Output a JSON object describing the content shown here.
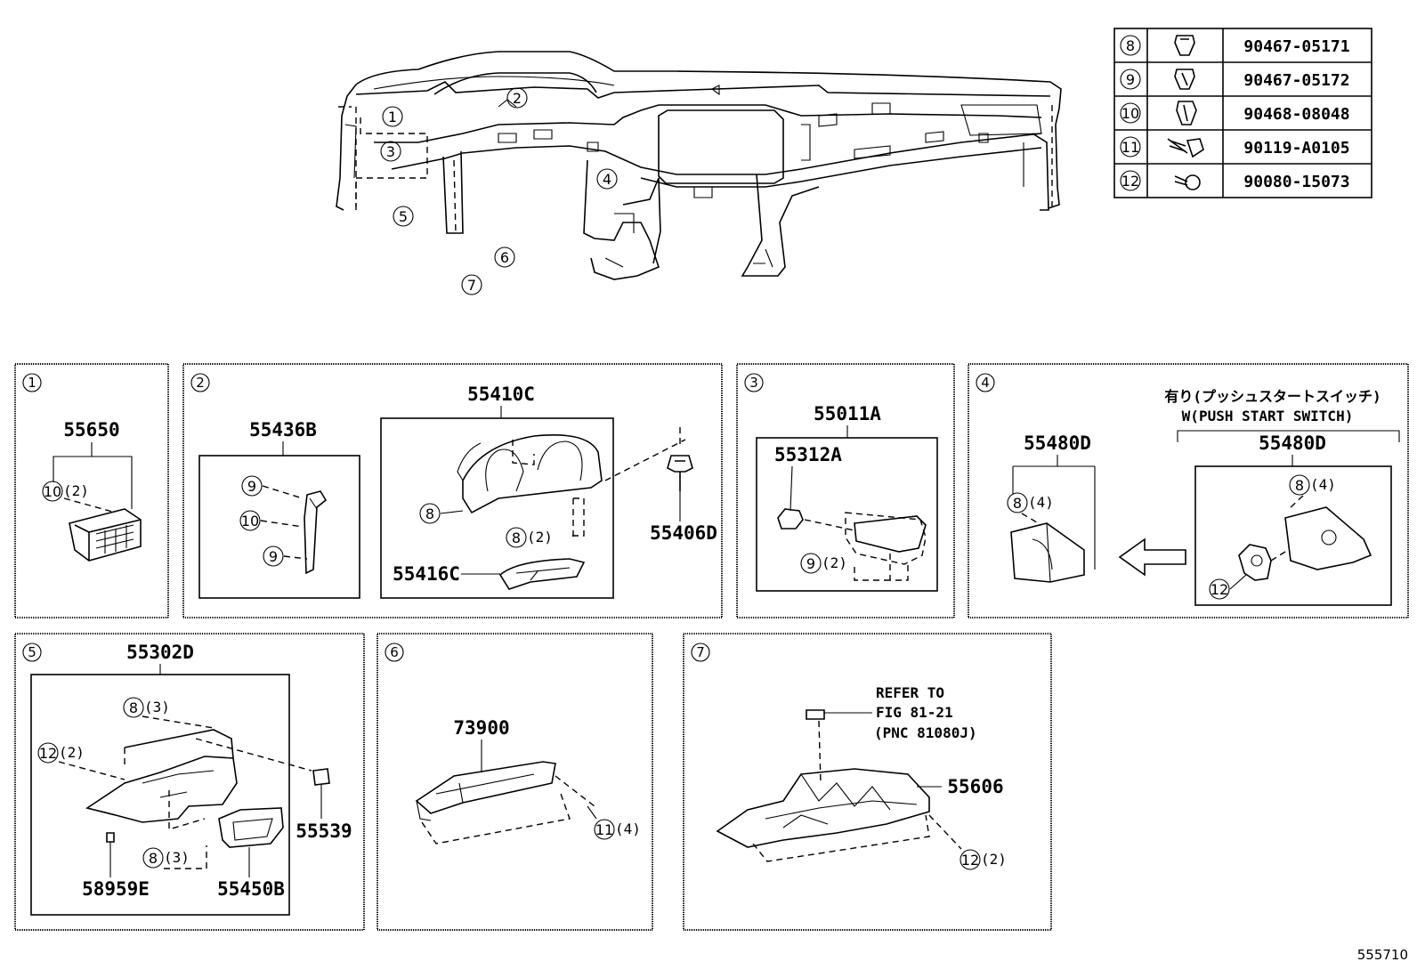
{
  "fastener_table": [
    {
      "ref": "8",
      "part": "90467-05171"
    },
    {
      "ref": "9",
      "part": "90467-05172"
    },
    {
      "ref": "10",
      "part": "90468-08048"
    },
    {
      "ref": "11",
      "part": "90119-A0105"
    },
    {
      "ref": "12",
      "part": "90080-15073"
    }
  ],
  "overview_callouts": [
    "1",
    "2",
    "3",
    "4",
    "5",
    "6",
    "7"
  ],
  "panel1": {
    "ref": "1",
    "part": "55650",
    "fastener": "10",
    "qty": "(2)"
  },
  "panel2": {
    "ref": "2",
    "left_part": "55436B",
    "f9a": "9",
    "f10": "10",
    "f9b": "9",
    "main_part": "55410C",
    "f8a": "8",
    "f8b": "8",
    "f8b_qty": "(2)",
    "sub_part": "55416C",
    "clip_part": "55406D"
  },
  "panel3": {
    "ref": "3",
    "part": "55011A",
    "sub_part": "55312A",
    "fastener": "9",
    "qty": "(2)"
  },
  "panel4": {
    "ref": "4",
    "note_jp": "有り(プッシュスタートスイッチ)",
    "note_en": "W(PUSH START SWITCH)",
    "left_part": "55480D",
    "left_fastener": "8",
    "left_qty": "(4)",
    "right_part": "55480D",
    "right_fastener": "8",
    "right_qty": "(4)",
    "right_screw": "12"
  },
  "panel5": {
    "ref": "5",
    "part": "55302D",
    "f8a": "8",
    "f8a_qty": "(3)",
    "f12": "12",
    "f12_qty": "(2)",
    "f8b": "8",
    "f8b_qty": "(3)",
    "part_clip": "55539",
    "part_pin": "58959E",
    "part_box": "55450B"
  },
  "panel6": {
    "ref": "6",
    "part": "73900",
    "fastener": "11",
    "qty": "(4)"
  },
  "panel7": {
    "ref": "7",
    "refer_line1": "REFER TO",
    "refer_line2": "FIG 81-21",
    "refer_line3": "(PNC 81080J)",
    "part": "55606",
    "fastener": "12",
    "qty": "(2)"
  },
  "figure_id": "555710"
}
